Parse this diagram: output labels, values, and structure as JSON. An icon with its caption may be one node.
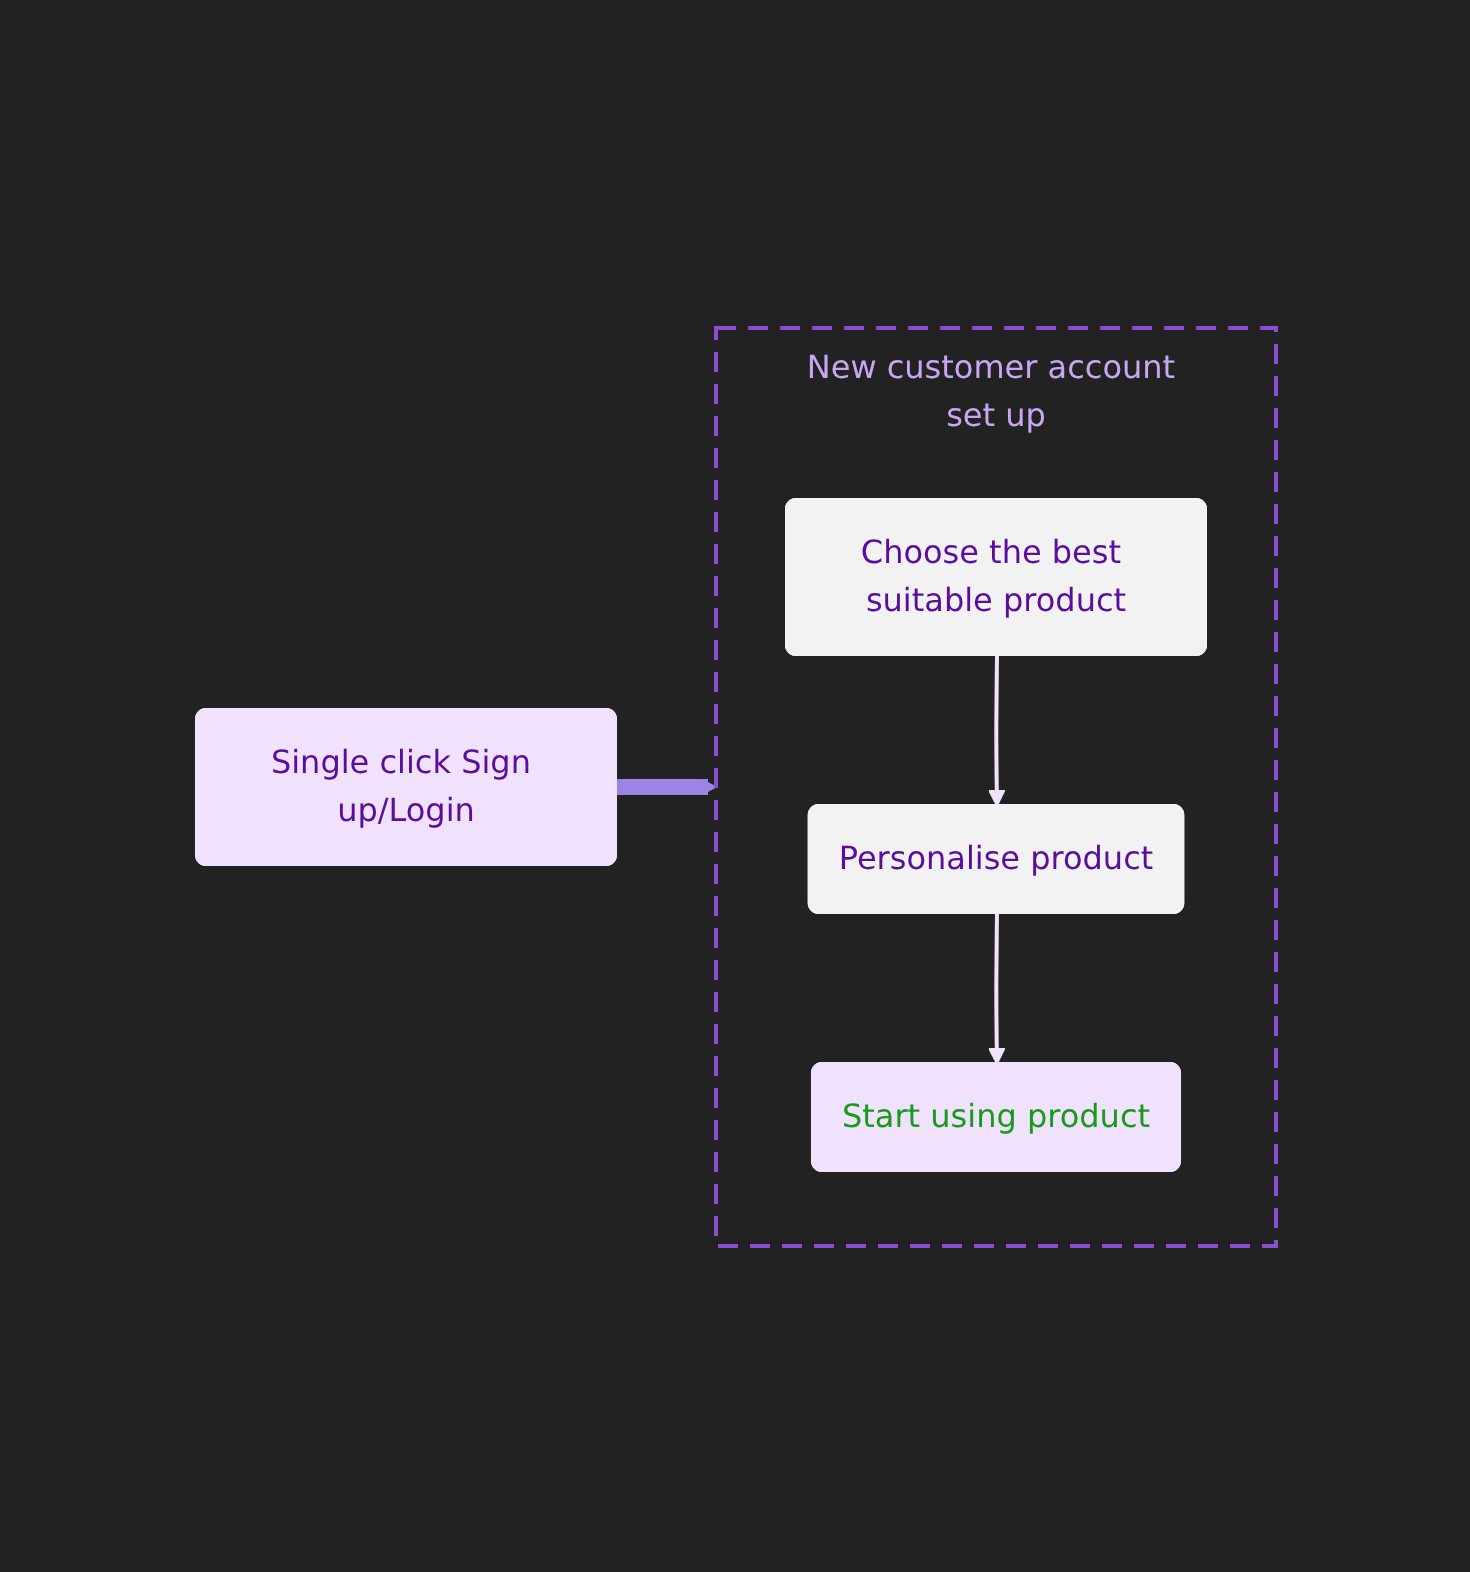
{
  "diagram": {
    "nodes": [
      {
        "text": [
          "Single click Sign up/Login"
        ]
      },
      {
        "text": [
          "New customer account set up"
        ]
      },
      {
        "text": [
          "Choose the best suitable product"
        ],
        "in": 1
      },
      {
        "text": [
          "Personalise product"
        ],
        "in": 1
      },
      {
        "text": [
          "Start using product"
        ],
        "in": 1
      }
    ],
    "edges": [
      {
        "from": 0,
        "to": 1,
        "arrow": "to",
        "style": "thick",
        "color": "#9b84e3"
      },
      {
        "from": 2,
        "to": 3,
        "arrow": "to"
      },
      {
        "from": 3,
        "to": 4,
        "arrow": "to"
      }
    ]
  }
}
